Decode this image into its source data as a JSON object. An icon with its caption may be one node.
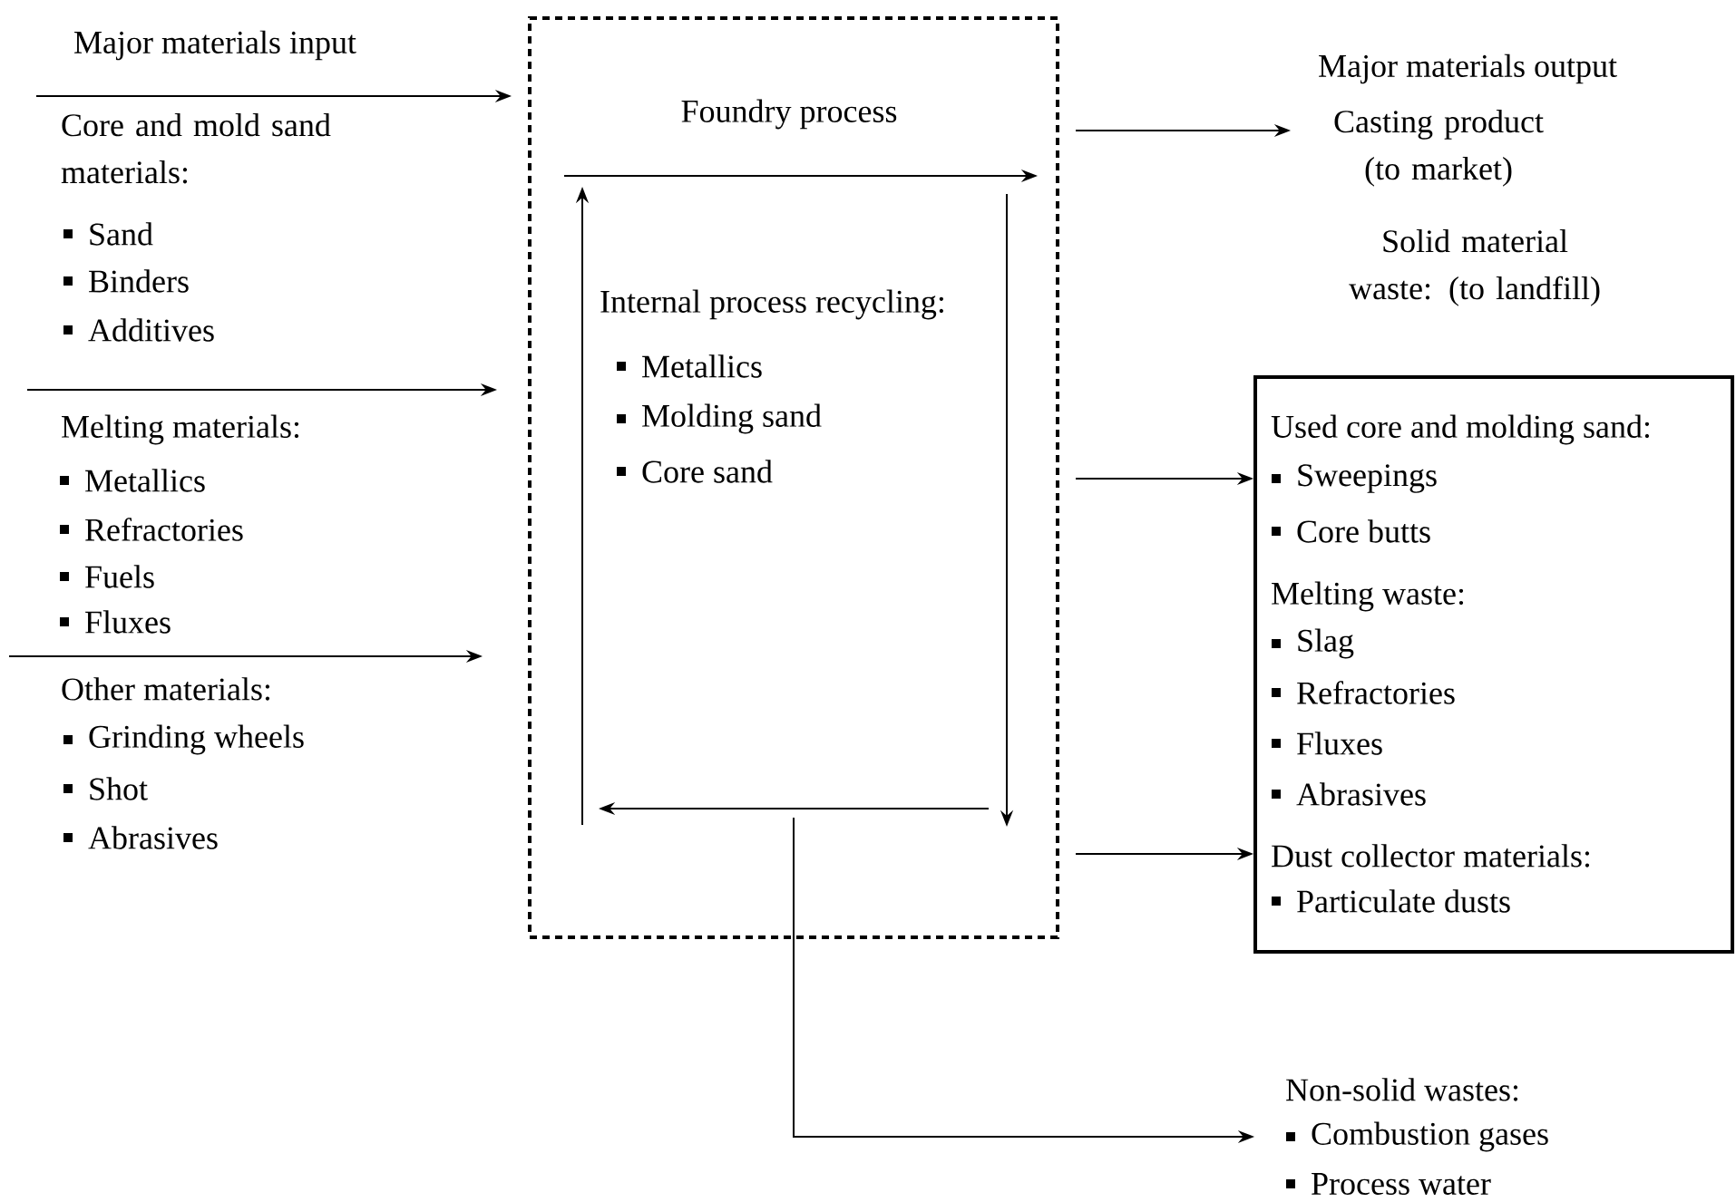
{
  "diagram": {
    "nodes": [
      {
        "text": [
          "Foundry process"
        ]
      },
      {
        "text": [
          "Casting product (to market)"
        ]
      },
      {
        "text": [
          "Used core and molding sand:",
          "Sweepings",
          "Core butts",
          "Melting waste:",
          "Slag",
          "Refractories",
          "Fluxes",
          "Abrasives",
          "Dust collector materials:",
          "Particulate dusts"
        ]
      },
      {
        "text": [
          "Non-solid wastes:",
          "Combustion gases",
          "Process water"
        ]
      }
    ],
    "edges": [
      {
        "from": null,
        "to": 0,
        "arrow": "to"
      },
      {
        "from": null,
        "to": 0,
        "arrow": "to"
      },
      {
        "from": null,
        "to": 0,
        "arrow": "to"
      },
      {
        "from": 0,
        "to": 1,
        "arrow": "to"
      },
      {
        "from": 0,
        "to": 2,
        "arrow": "to"
      },
      {
        "from": 0,
        "to": 2,
        "arrow": "to"
      },
      {
        "from": 0,
        "to": 3,
        "arrow": "to"
      }
    ],
    "labels": [
      "Major materials input",
      "Core and mold sand materials:",
      "Sand",
      "Binders",
      "Additives",
      "Melting materials:",
      "Metallics",
      "Refractories",
      "Fuels",
      "Fluxes",
      "Other materials:",
      "Grinding wheels",
      "Shot",
      "Abrasives",
      "Internal process recycling:",
      "Metallics",
      "Molding sand",
      "Core sand",
      "Major materials output",
      "Solid material waste: (to landfill)"
    ]
  }
}
